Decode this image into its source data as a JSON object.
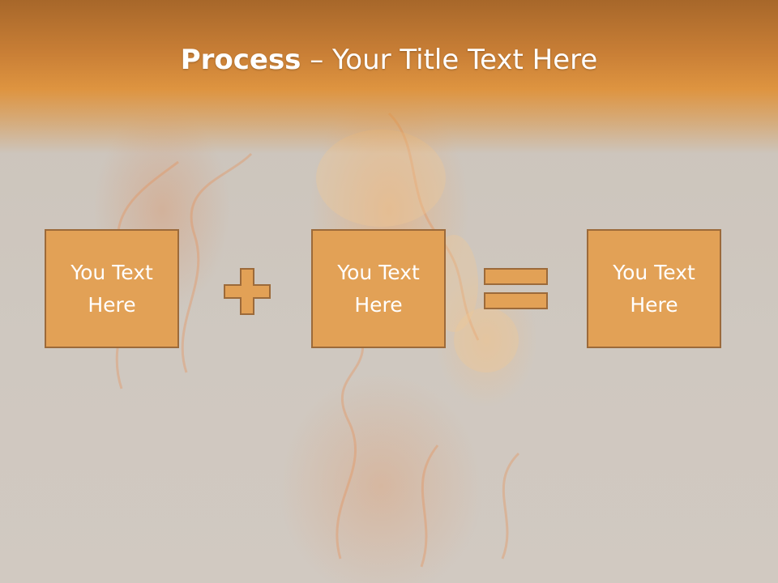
{
  "slide": {
    "title_bold": "Process",
    "title_rest": " – Your Title Text Here",
    "boxes": [
      {
        "text": "You Text\nHere"
      },
      {
        "text": "You Text\nHere"
      },
      {
        "text": "You Text\nHere"
      }
    ],
    "operators": [
      "plus-icon",
      "equals-icon"
    ]
  },
  "colors": {
    "header": "#de9440",
    "box_fill": "#e2a156",
    "box_border": "#9c6a3a",
    "text": "#ffffff"
  }
}
